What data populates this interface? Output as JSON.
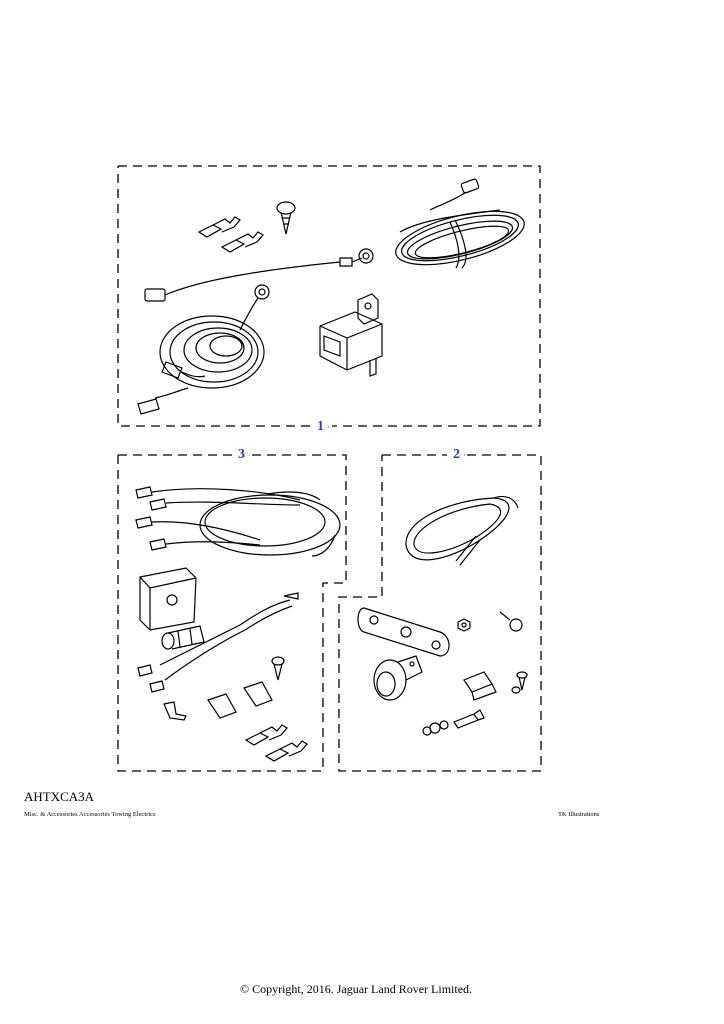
{
  "callouts": {
    "c1": "1",
    "c2": "2",
    "c3": "3"
  },
  "footer": {
    "illustration_code": "AHTXCA3A",
    "breadcrumb": "Misc. & Accessories Accessories Towing Electrics",
    "vendor": "TK Illustrations",
    "copyright": "© Copyright, 2016. Jaguar Land Rover Limited."
  },
  "colors": {
    "callout": "#1f3fbf",
    "line": "#000000"
  }
}
